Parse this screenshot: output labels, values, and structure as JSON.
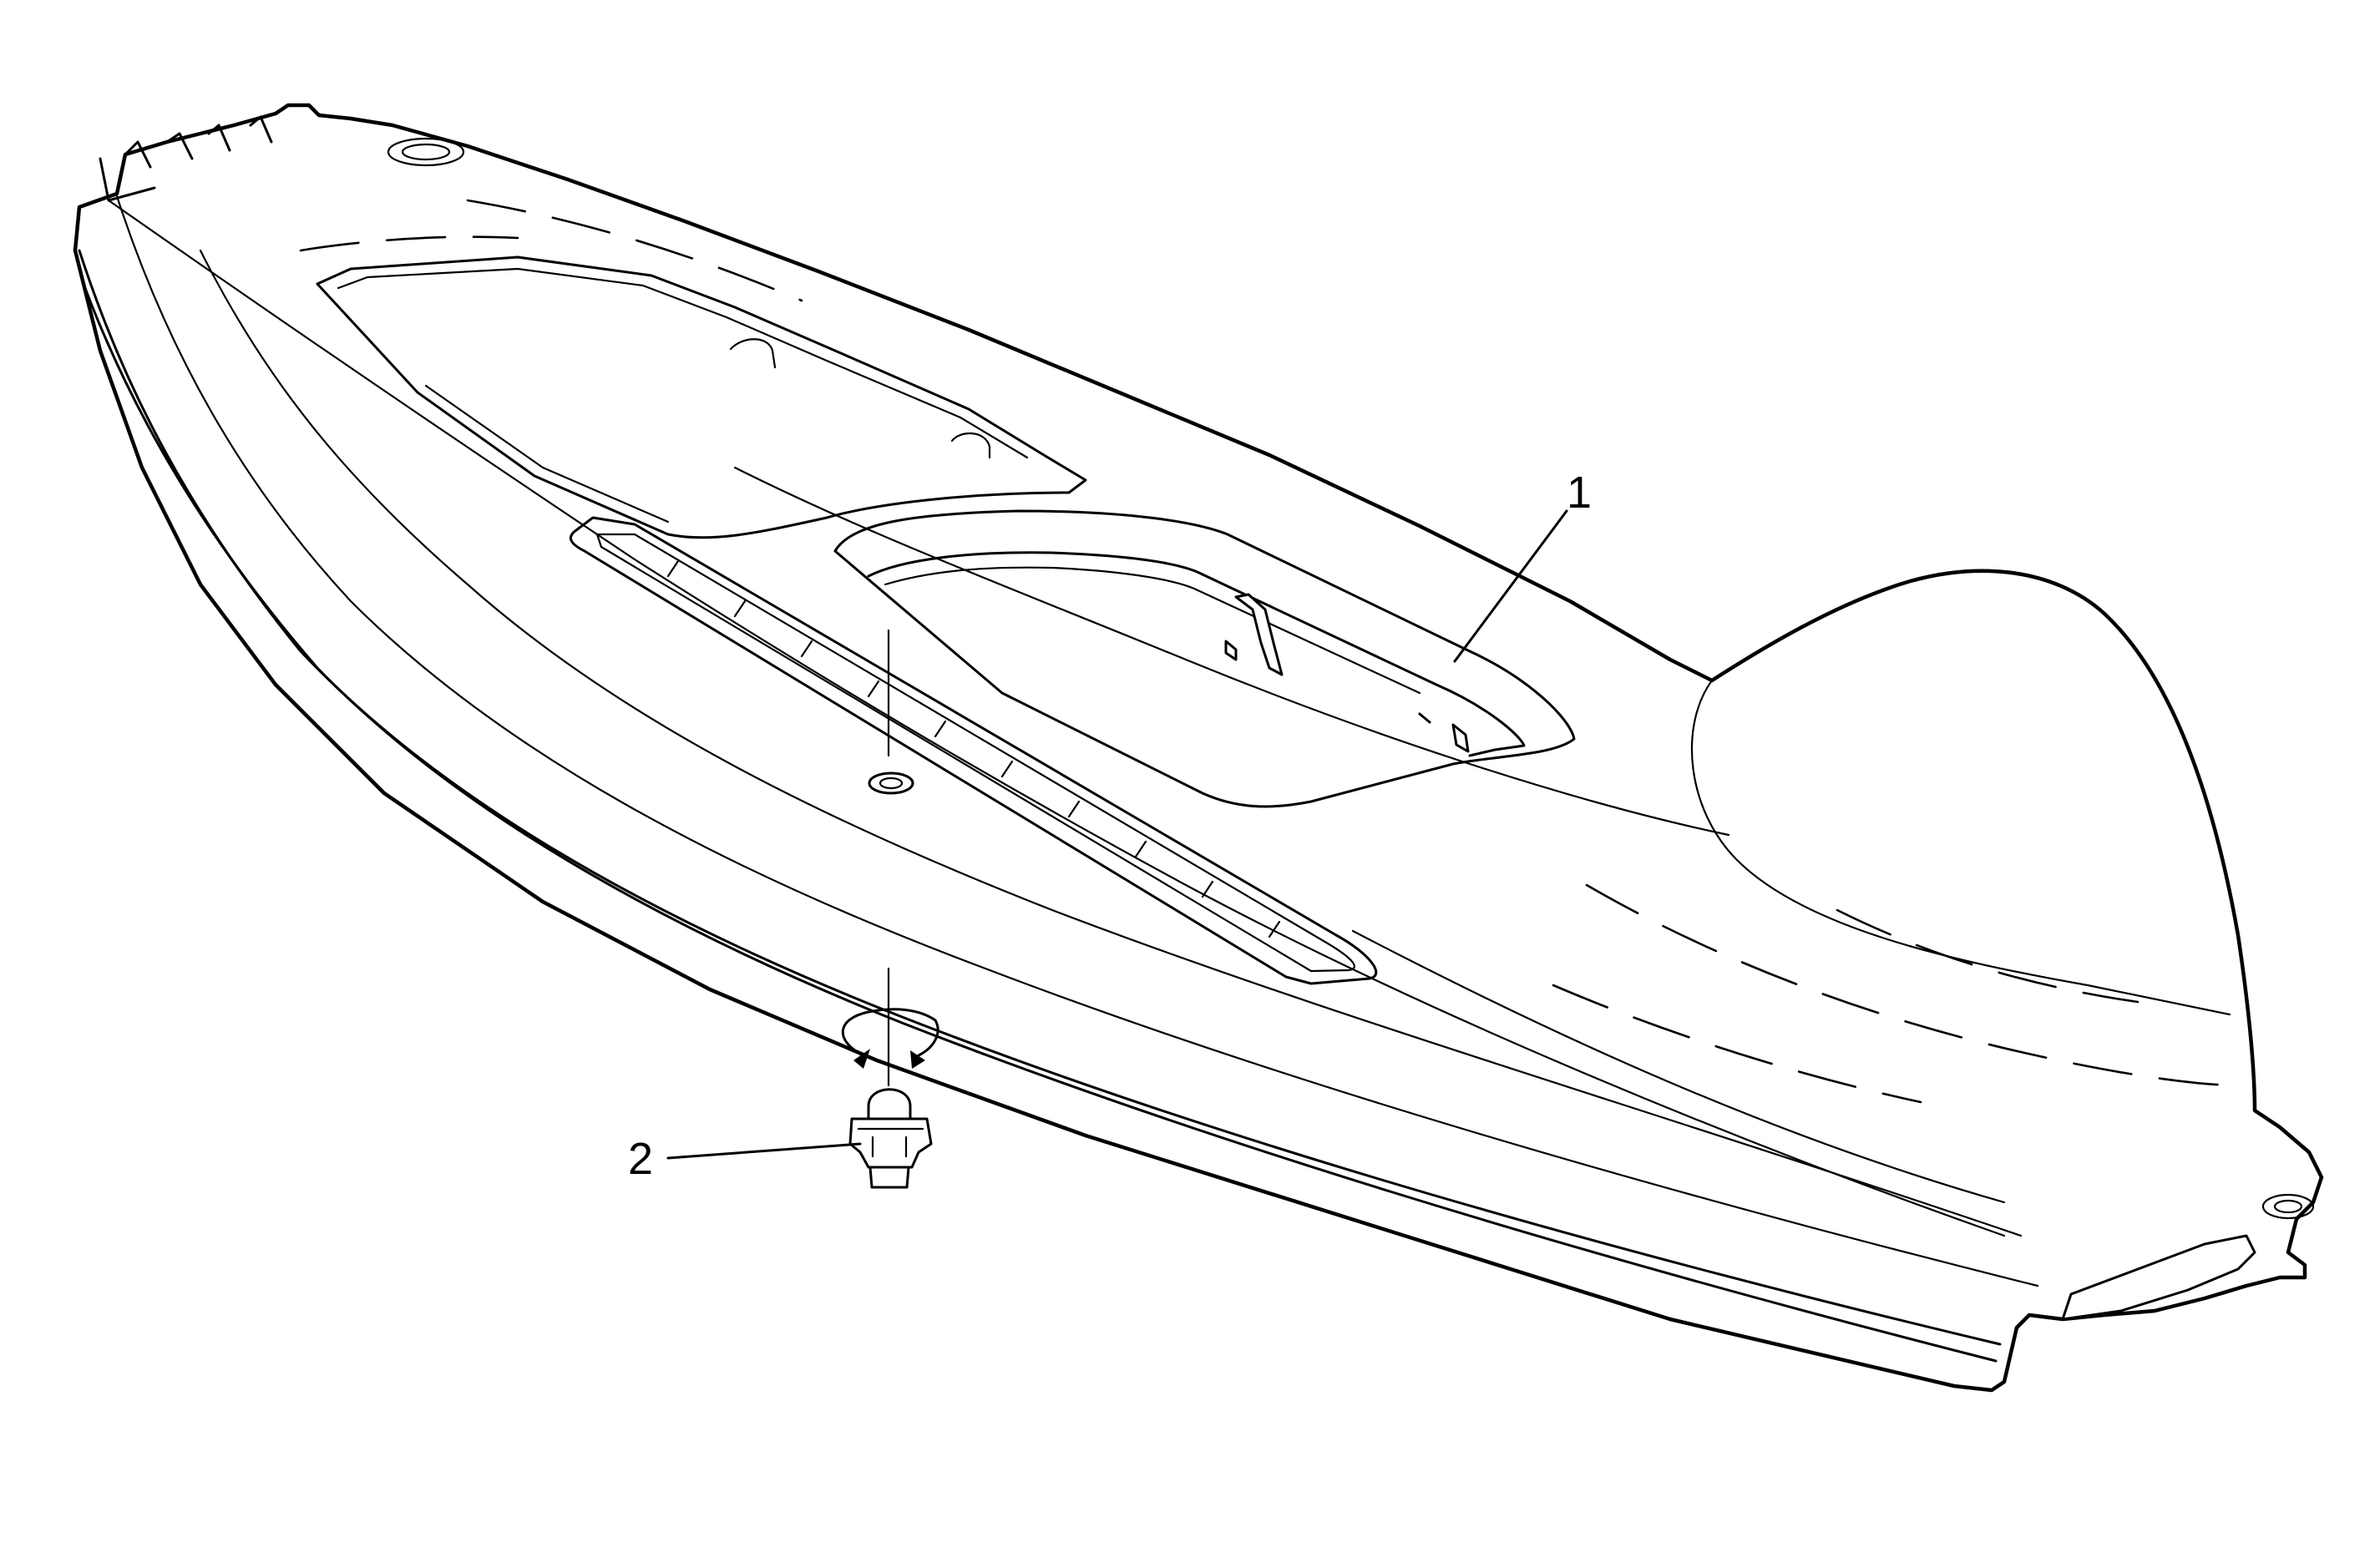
{
  "diagram": {
    "callouts": [
      {
        "id": "1",
        "label": "1",
        "part": "rear-window-panel-trim"
      },
      {
        "id": "2",
        "label": "2",
        "part": "high-mount-stop-lamp-bulb-socket"
      }
    ],
    "icons": [
      "rotation-arrow-icon"
    ]
  }
}
